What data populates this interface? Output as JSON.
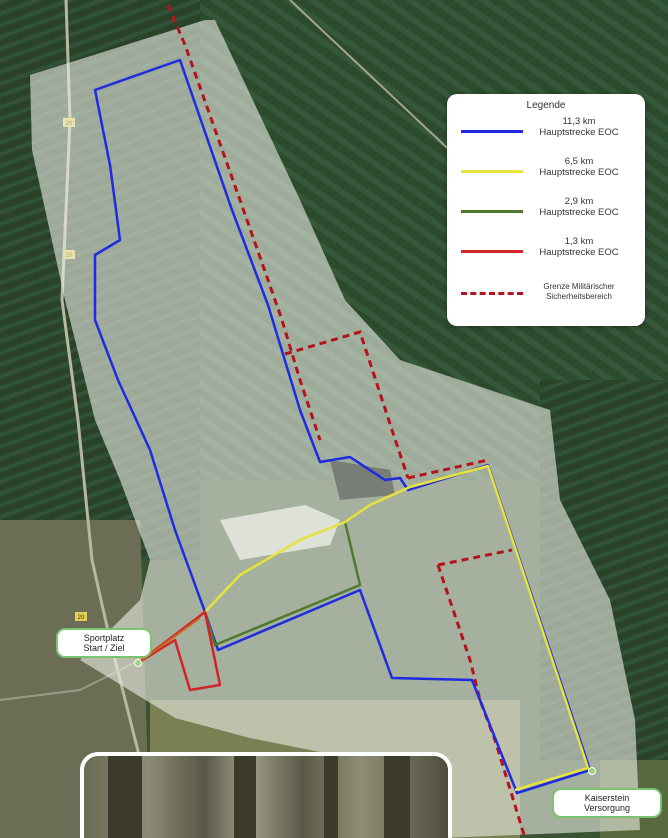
{
  "legend": {
    "title": "Legende",
    "entries": [
      {
        "distance": "11,3 km",
        "label": "Hauptstrecke EOC",
        "color": "#1f2be0",
        "style": "solid"
      },
      {
        "distance": "6,5 km",
        "label": "Hauptstrecke EOC",
        "color": "#e6e33a",
        "style": "solid"
      },
      {
        "distance": "2,9 km",
        "label": "Hauptstrecke EOC",
        "color": "#4f7a2e",
        "style": "solid"
      },
      {
        "distance": "1,3 km",
        "label": "Hauptstrecke EOC",
        "color": "#d2232a",
        "style": "solid"
      },
      {
        "line1": "Grenze Militärischer",
        "line2": "Sicherheitsbereich",
        "color": "#b5121b",
        "style": "dashed"
      }
    ]
  },
  "markers": {
    "start": {
      "line1": "Sportplatz",
      "line2": "Start / Ziel"
    },
    "supply": {
      "line1": "Kaiserstein",
      "line2": "Versorgung"
    }
  },
  "road_sign": "20"
}
